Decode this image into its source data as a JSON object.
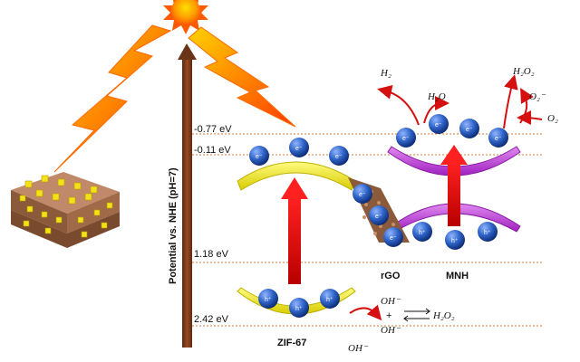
{
  "axis": {
    "label": "Potential vs. NHE (pH=7)",
    "levels": [
      "-0.77 eV",
      "-0.11 eV",
      "1.18 eV",
      "2.42 eV"
    ]
  },
  "materials": {
    "zif": "ZIF-67",
    "rgo": "rGO",
    "mnh": "MNH"
  },
  "carriers": {
    "electron": "e⁻",
    "hole": "h⁺"
  },
  "reactions": {
    "h2": "H₂",
    "h2o": "H₂O",
    "h2o2_top": "H₂O₂",
    "o2_radical": "O₂⁻",
    "o2": "O₂",
    "oh_1": "OH⁻",
    "plus": "+",
    "oh_2": "OH⁻",
    "h2o2_bottom": "H₂O₂",
    "oh_bottom": "OH⁻"
  },
  "colors": {
    "sun": "#ff9a00",
    "axis_brown": "#7a3a1c",
    "zif_arc": "#f2ea1a",
    "mnh_arc": "#c03ad8",
    "carrier_blue": "#2f64c8",
    "arrow_red": "#e01010",
    "dotted_line": "#d07a3a"
  }
}
